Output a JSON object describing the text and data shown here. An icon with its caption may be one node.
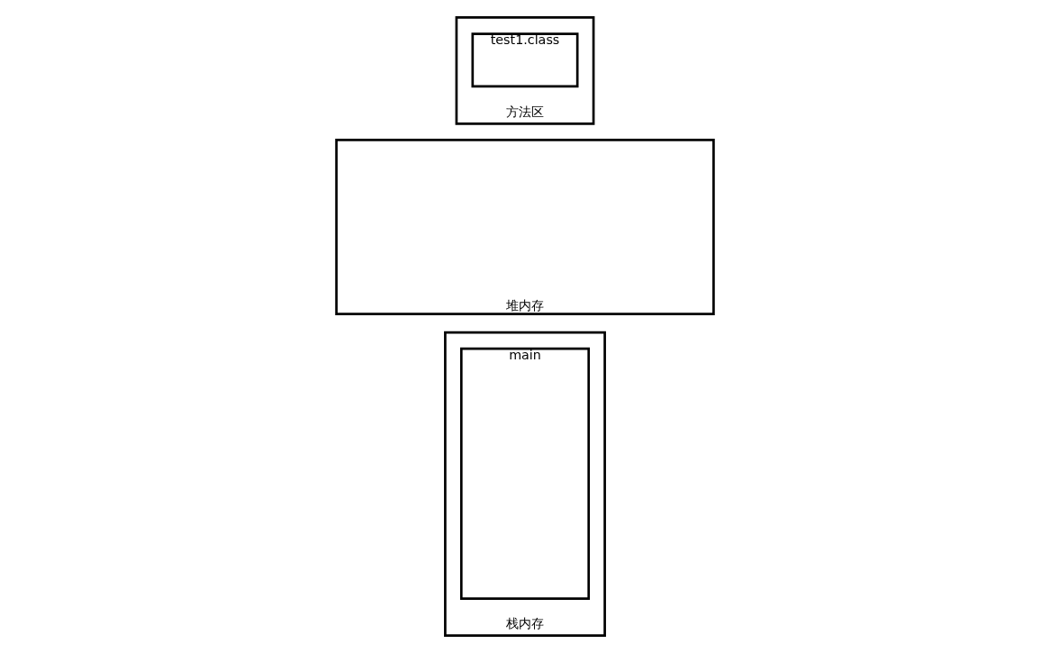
{
  "diagram": {
    "nodes": [
      {
        "text": [
          "栈内存"
        ]
      },
      {
        "text": [
          "main"
        ],
        "in": 0
      },
      {
        "text": [
          "堆内存"
        ]
      },
      {
        "text": [
          "方法区"
        ]
      },
      {
        "text": [
          "test1.class"
        ],
        "in": 3
      }
    ],
    "edges": []
  }
}
